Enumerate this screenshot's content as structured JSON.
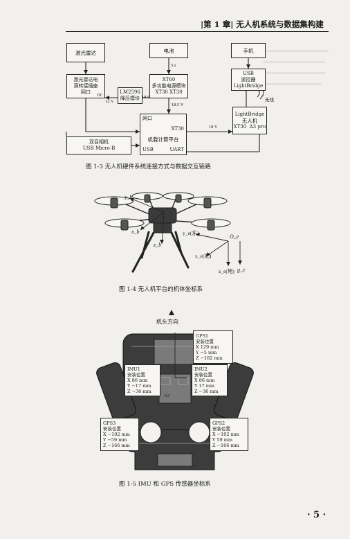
{
  "header": {
    "title": "|第 1 章|  无人机系统与数据集构建"
  },
  "fig13": {
    "lidar": "激光雷达",
    "lidar_adapter": [
      "激光雷达电",
      "源转接插座"
    ],
    "lidar_port": "网口",
    "dc": "DC",
    "v12": "12 V",
    "lm2596": [
      "LM2596",
      "降压模块"
    ],
    "battery": "电池",
    "v5s": "5 s",
    "xt60": "XT60",
    "multi_power": "多功能电源模块",
    "xt30_a": "XT30",
    "xt30_b": "XT30",
    "v185a": "18.5 V",
    "v185b": "18.5 V",
    "phone": "手机",
    "usb": "USB",
    "remote": "遥控器",
    "lightbridge_a": "LightBridge",
    "wireless": "无线",
    "lightbridge_b": "LightBridge",
    "uav": "无人机",
    "xt30_uav": "XT30",
    "a3pro": "A3 pro",
    "v18": "18 V",
    "computer_port": "网口",
    "computer_xt30": "XT30",
    "computer": "机载计算平台",
    "computer_usb": "USB",
    "computer_uart": "UART",
    "camera": "双目相机",
    "camera_port": "USB Micro-B",
    "caption": "图 1-3   无人机硬件系统连接方式与数据交互链路"
  },
  "fig14": {
    "yb": "y_b",
    "xb": "x_b",
    "zb": "z_b",
    "ye": "y_e(东)",
    "xe": "x_e(北)",
    "ze": "z_e(地)",
    "ge": "g_e",
    "oe": "O_e",
    "caption": "图 1-4   无人机平台的机体坐标系"
  },
  "fig15": {
    "heading": "机头方向",
    "gps1": [
      "GPS1",
      "安装位置",
      "X   129 mm",
      "Y     −5 mm",
      "Z  −182 mm"
    ],
    "imu1": [
      "IMU1",
      "安装位置",
      "X   86 mm",
      "Y  −17 mm",
      "Z  −36 mm"
    ],
    "imu2": [
      "IMU2",
      "安装位置",
      "X   86 mm",
      "Y    17 mm",
      "Z  −36 mm"
    ],
    "gps3": [
      "GPS3",
      "安装位置",
      "X −102 mm",
      "Y  −59 mm",
      "Z −166 mm"
    ],
    "gps2": [
      "GPS2",
      "安装位置",
      "X −102 mm",
      "Y    59 mm",
      "Z −166 mm"
    ],
    "a3": "A3",
    "caption": "图 1-5   IMU 和 GPS 传感器坐标系"
  },
  "page_number": "· 5 ·"
}
